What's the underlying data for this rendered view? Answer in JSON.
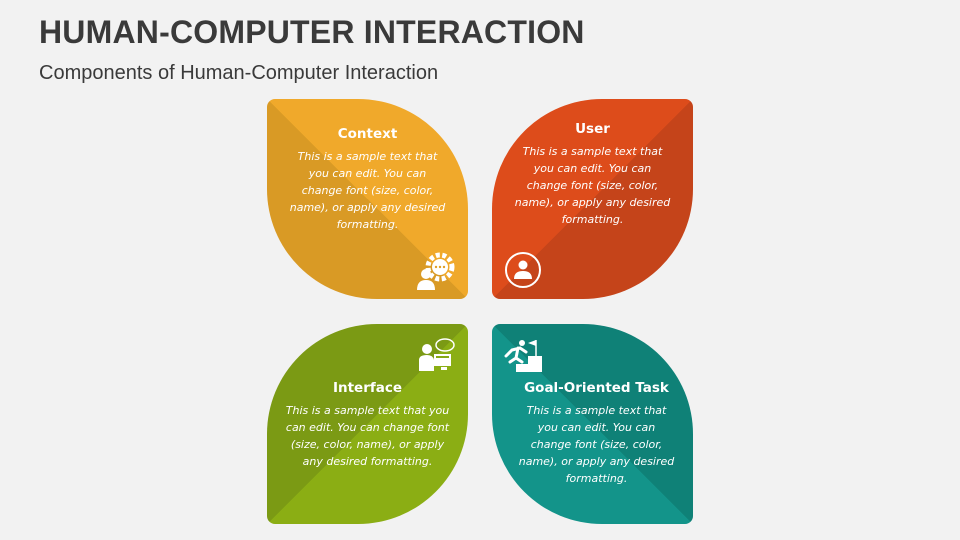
{
  "header": {
    "title": "HUMAN-COMPUTER INTERACTION",
    "subtitle": "Components of Human-Computer Interaction"
  },
  "cards": [
    {
      "title": "Context",
      "text": "This is a sample text that you can edit. You can change font (size, color, name), or apply any desired formatting.",
      "icon": "gear-person-chat-icon",
      "color": "#f0a92b"
    },
    {
      "title": "User",
      "text": "This is a sample text that you can edit. You can change font (size, color, name), or apply any desired formatting.",
      "icon": "user-circle-icon",
      "color": "#dd4c1b"
    },
    {
      "title": "Interface",
      "text": "This is a sample text that you can edit. You can change font (size, color, name), or apply any desired formatting.",
      "icon": "person-computer-icon",
      "color": "#8bae14"
    },
    {
      "title": "Goal-Oriented Task",
      "text": "This is a sample text that you can edit. You can change font (size, color, name), or apply any desired formatting.",
      "icon": "runner-stairs-flag-icon",
      "color": "#13948a"
    }
  ]
}
